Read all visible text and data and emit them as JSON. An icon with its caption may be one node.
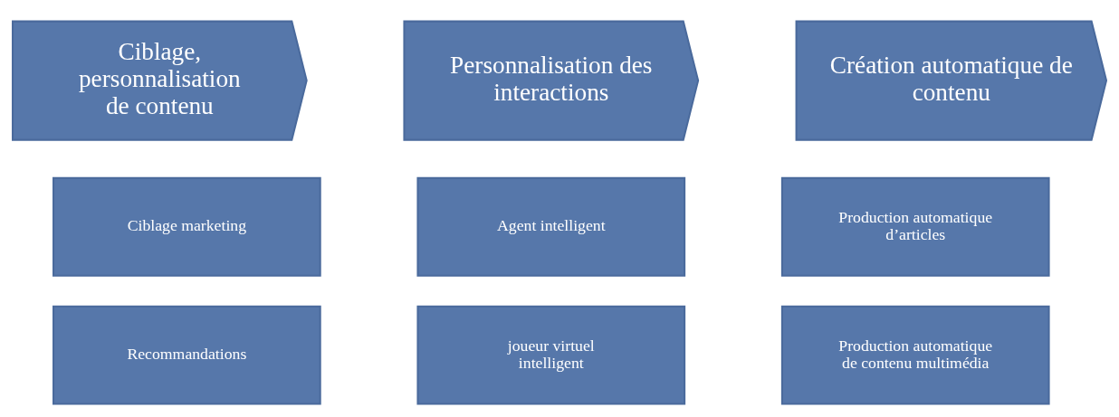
{
  "diagram": {
    "nodes": [
      {
        "text": [
          "Ciblage, personnalisation de contenu"
        ]
      },
      {
        "text": [
          "Personnalisation des interactions"
        ]
      },
      {
        "text": [
          "Création automatique de contenu"
        ]
      },
      {
        "text": [
          "Ciblage marketing"
        ]
      },
      {
        "text": [
          "Agent intelligent"
        ]
      },
      {
        "text": [
          "Production automatique d’articles"
        ]
      },
      {
        "text": [
          "Recommandations"
        ]
      },
      {
        "text": [
          "joueur virtuel intelligent"
        ]
      },
      {
        "text": [
          "Production automatique de contenu multimédia"
        ]
      }
    ],
    "edges": []
  }
}
